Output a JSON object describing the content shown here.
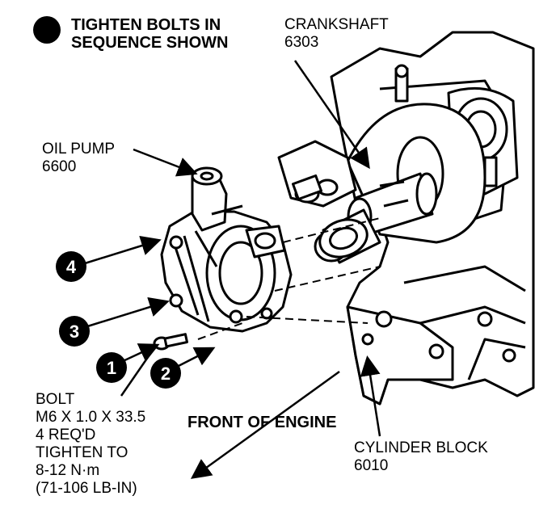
{
  "note": {
    "line1": "TIGHTEN BOLTS IN",
    "line2": "SEQUENCE SHOWN"
  },
  "labels": {
    "crankshaft": {
      "name": "CRANKSHAFT",
      "number": "6303"
    },
    "oil_pump": {
      "name": "OIL PUMP",
      "number": "6600"
    },
    "cylinder_block": {
      "name": "CYLINDER BLOCK",
      "number": "6010"
    },
    "front_of_engine": "FRONT OF ENGINE",
    "bolt": {
      "line1": "BOLT",
      "line2": "M6 X 1.0 X 33.5",
      "line3": "4 REQ'D",
      "line4": "TIGHTEN TO",
      "line5": "8-12 N·m",
      "line6": "(71-106 LB-IN)"
    }
  },
  "sequence": [
    "1",
    "2",
    "3",
    "4"
  ],
  "colors": {
    "ink": "#000000",
    "paper": "#ffffff"
  }
}
